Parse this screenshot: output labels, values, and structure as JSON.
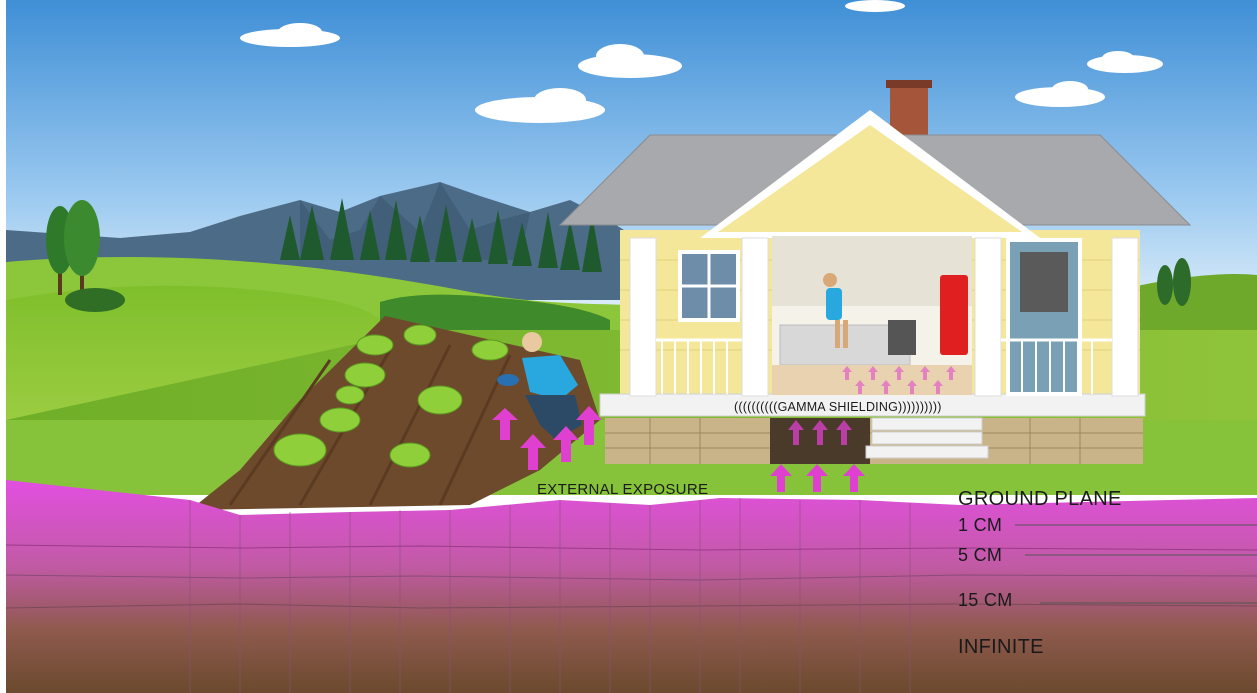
{
  "labels": {
    "external_exposure": "EXTERNAL EXPOSURE",
    "gamma_shielding": "((((((((((GAMMA SHIELDING))))))))))",
    "ground_plane": "GROUND PLANE",
    "depth_1cm": "1 CM",
    "depth_5cm": "5 CM",
    "depth_15cm": "15 CM",
    "depth_infinite": "INFINITE"
  },
  "colors": {
    "sky_top": "#3f8fd6",
    "sky_bottom": "#eaf4fb",
    "grass": "#8bc43a",
    "soil": "#6b4a2e",
    "contamination": "#e24fe0",
    "house_siding": "#f4e79a",
    "roof": "#a7a9ac",
    "arrow": "#e040d0"
  },
  "icons": {
    "gardener": "kneeling-person-icon",
    "cook": "standing-person-icon",
    "house": "house-icon"
  }
}
